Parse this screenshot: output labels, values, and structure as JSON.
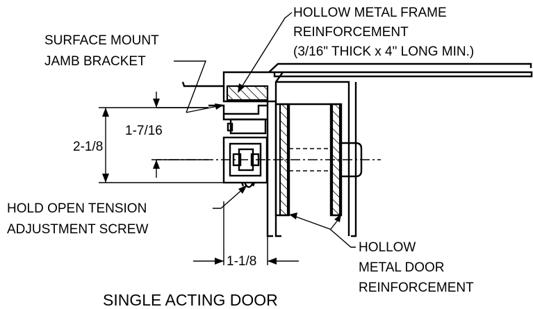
{
  "labels": {
    "frame_reinforcement": [
      "HOLLOW METAL FRAME",
      "REINFORCEMENT",
      "(3/16\" THICK x 4\" LONG MIN.)"
    ],
    "jamb_bracket": [
      "SURFACE MOUNT",
      "JAMB BRACKET"
    ],
    "hold_open_screw": [
      "HOLD OPEN TENSION",
      "ADJUSTMENT SCREW"
    ],
    "door_reinforcement": [
      "HOLLOW",
      "METAL DOOR",
      "REINFORCEMENT"
    ]
  },
  "dimensions": {
    "overall_height": "2-1/8",
    "bracket_height": "1-7/16",
    "width": "1-1/8"
  },
  "title": "SINGLE ACTING DOOR"
}
